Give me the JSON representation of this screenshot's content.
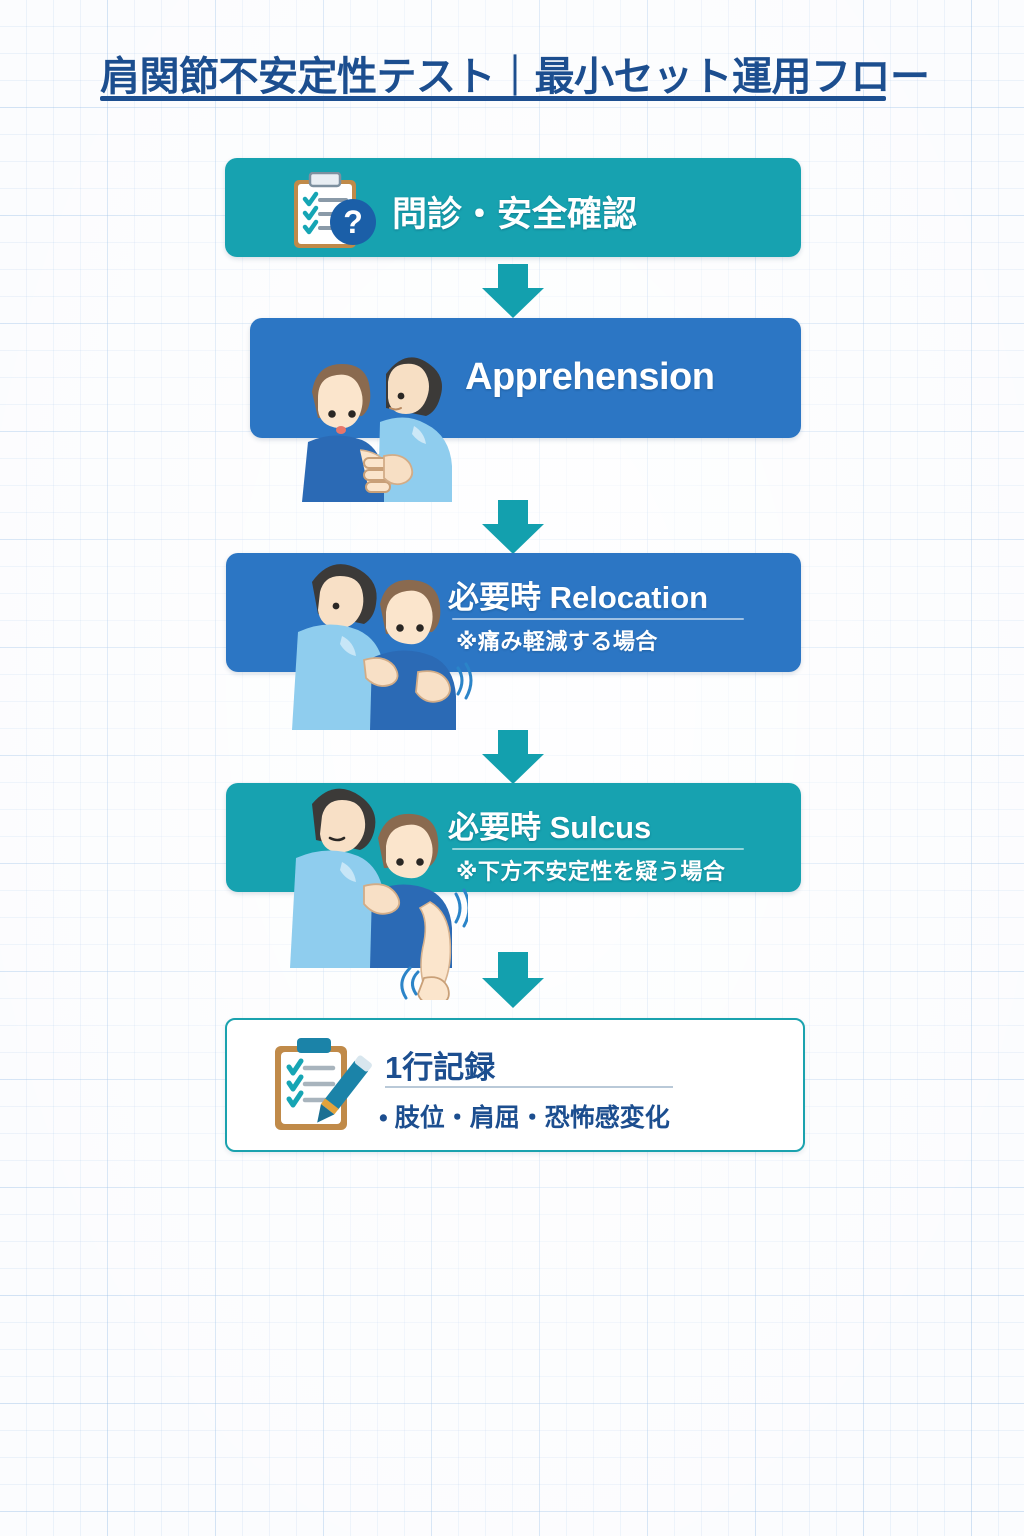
{
  "header": {
    "title": "肩関節不安定性テスト｜最小セット運用フロー"
  },
  "flow": {
    "steps": [
      {
        "id": "intake",
        "title": "問診・安全確認",
        "subtitle": "",
        "color": "#17a2b0",
        "icon": "clipboard-question-icon"
      },
      {
        "id": "apprehension",
        "title": "Apprehension",
        "subtitle": "",
        "color": "#2c76c4",
        "icon": "apprehension-test-illustration"
      },
      {
        "id": "relocation",
        "title": "必要時 Relocation",
        "subtitle": "※痛み軽減する場合",
        "color": "#2c76c4",
        "icon": "relocation-test-illustration"
      },
      {
        "id": "sulcus",
        "title": "必要時 Sulcus",
        "subtitle": "※下方不安定性を疑う場合",
        "color": "#17a2b0",
        "icon": "sulcus-test-illustration"
      }
    ],
    "arrow_color": "#13a0ae",
    "arrow_count": 4
  },
  "record": {
    "title": "1行記録",
    "items": "• 肢位・肩屈・恐怖感変化",
    "icon": "clipboard-pen-icon",
    "border_color": "#1aa2ae",
    "text_color": "#1c4e8f"
  },
  "palette": {
    "teal": "#17a2b0",
    "blue": "#2c76c4",
    "title_blue": "#1c4e8f",
    "grid_line": "#96bee6",
    "background": "#fbfcfe"
  }
}
